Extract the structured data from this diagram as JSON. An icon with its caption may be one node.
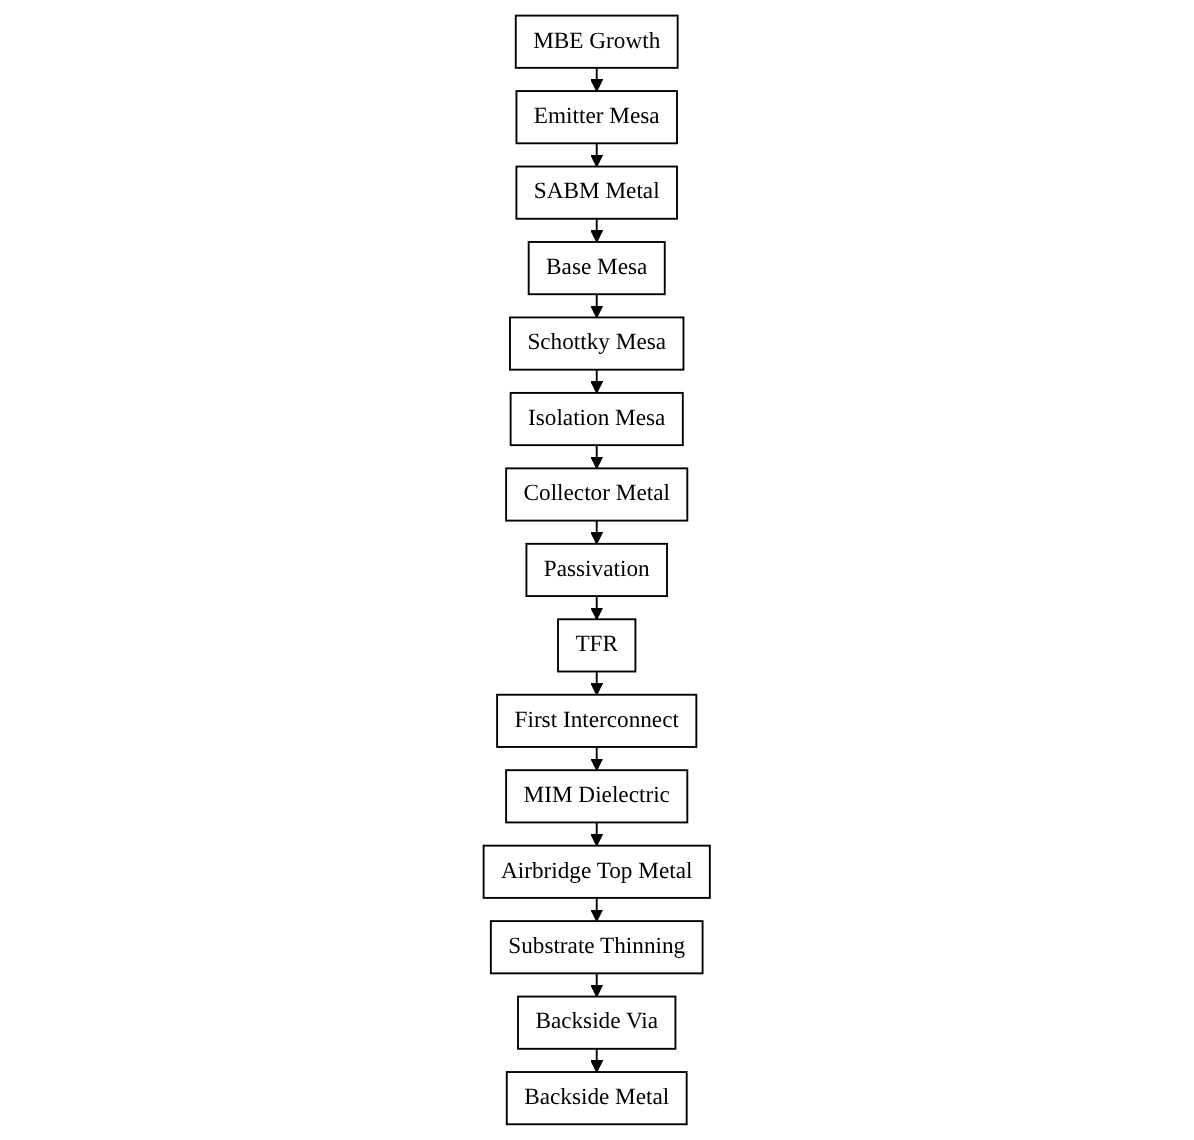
{
  "diagram": {
    "nodes": [
      {
        "text": [
          "MBE Growth"
        ]
      },
      {
        "text": [
          "Emitter Mesa"
        ]
      },
      {
        "text": [
          "SABM Metal"
        ]
      },
      {
        "text": [
          "Base Mesa"
        ]
      },
      {
        "text": [
          "Schottky Mesa"
        ]
      },
      {
        "text": [
          "Isolation Mesa"
        ]
      },
      {
        "text": [
          "Collector Metal"
        ]
      },
      {
        "text": [
          "Passivation"
        ]
      },
      {
        "text": [
          "TFR"
        ]
      },
      {
        "text": [
          "First Interconnect"
        ]
      },
      {
        "text": [
          "MIM Dielectric"
        ]
      },
      {
        "text": [
          "Airbridge Top Metal"
        ]
      },
      {
        "text": [
          "Substrate Thinning"
        ]
      },
      {
        "text": [
          "Backside Via"
        ]
      },
      {
        "text": [
          "Backside Metal"
        ]
      }
    ],
    "edges": [
      {
        "from": 0,
        "to": 1,
        "arrow": "to"
      },
      {
        "from": 1,
        "to": 2,
        "arrow": "to"
      },
      {
        "from": 2,
        "to": 3,
        "arrow": "to"
      },
      {
        "from": 3,
        "to": 4,
        "arrow": "to"
      },
      {
        "from": 4,
        "to": 5,
        "arrow": "to"
      },
      {
        "from": 5,
        "to": 6,
        "arrow": "to"
      },
      {
        "from": 6,
        "to": 7,
        "arrow": "to"
      },
      {
        "from": 7,
        "to": 8,
        "arrow": "to"
      },
      {
        "from": 8,
        "to": 9,
        "arrow": "to"
      },
      {
        "from": 9,
        "to": 10,
        "arrow": "to"
      },
      {
        "from": 10,
        "to": 11,
        "arrow": "to"
      },
      {
        "from": 11,
        "to": 12,
        "arrow": "to"
      },
      {
        "from": 12,
        "to": 13,
        "arrow": "to"
      },
      {
        "from": 13,
        "to": 14,
        "arrow": "to"
      }
    ]
  }
}
